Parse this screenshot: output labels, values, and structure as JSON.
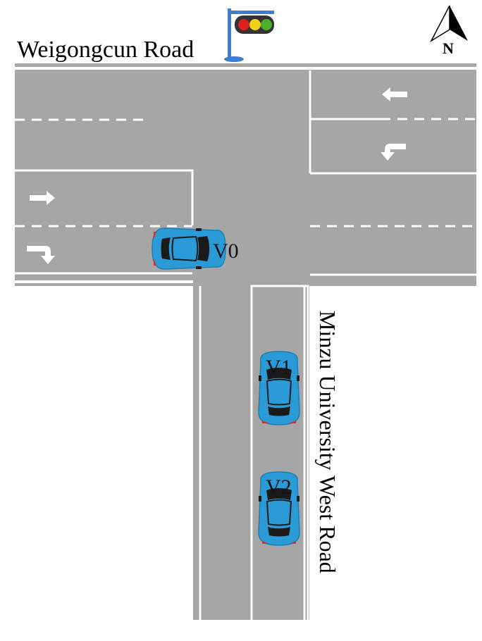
{
  "roads": {
    "horizontal_name": "Weigongcun Road",
    "vertical_name": "Minzu University West Road"
  },
  "compass": {
    "label": "N"
  },
  "traffic_light": {
    "lights": [
      "red",
      "yellow",
      "green"
    ]
  },
  "vehicles": [
    {
      "id": "V0",
      "label": "V0",
      "heading": "east"
    },
    {
      "id": "V1",
      "label": "V1",
      "heading": "north"
    },
    {
      "id": "V2",
      "label": "V2",
      "heading": "north"
    }
  ],
  "lane_arrows": [
    "west-straight",
    "west-left-turn",
    "east-straight",
    "east-right-turn"
  ],
  "colors": {
    "road": "#a6a6a6",
    "marking": "#ffffff",
    "car_body": "#2a9bd6",
    "car_dark": "#1a1a1a",
    "signal_pole": "#3b7fd4",
    "signal_red": "#e02020",
    "signal_yellow": "#f2d21b",
    "signal_green": "#4caf2a"
  }
}
